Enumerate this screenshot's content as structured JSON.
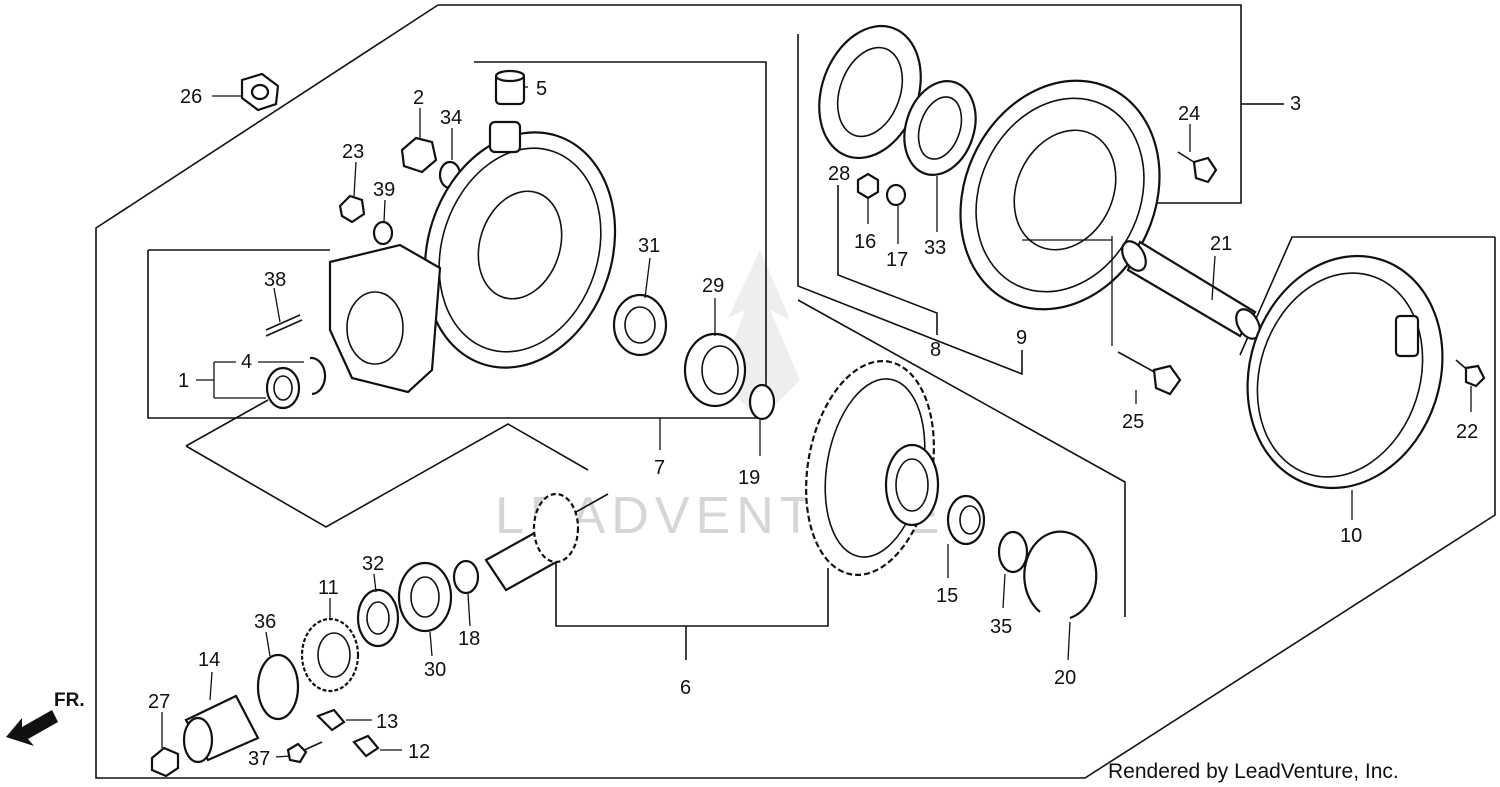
{
  "watermark": "LEADVENTURE",
  "credit": "Rendered by LeadVenture, Inc.",
  "front_marker": "FR.",
  "callouts": {
    "c1": "1",
    "c2": "2",
    "c3": "3",
    "c4": "4",
    "c5": "5",
    "c6": "6",
    "c7": "7",
    "c8": "8",
    "c9": "9",
    "c10": "10",
    "c11": "11",
    "c12": "12",
    "c13": "13",
    "c14": "14",
    "c15": "15",
    "c16": "16",
    "c17": "17",
    "c18": "18",
    "c19": "19",
    "c20": "20",
    "c21": "21",
    "c22": "22",
    "c23": "23",
    "c24": "24",
    "c25": "25",
    "c26": "26",
    "c27": "27",
    "c28": "28",
    "c29": "29",
    "c30": "30",
    "c31": "31",
    "c32": "32",
    "c33": "33",
    "c34": "34",
    "c35": "35",
    "c36": "36",
    "c37": "37",
    "c38": "38",
    "c39": "39"
  }
}
